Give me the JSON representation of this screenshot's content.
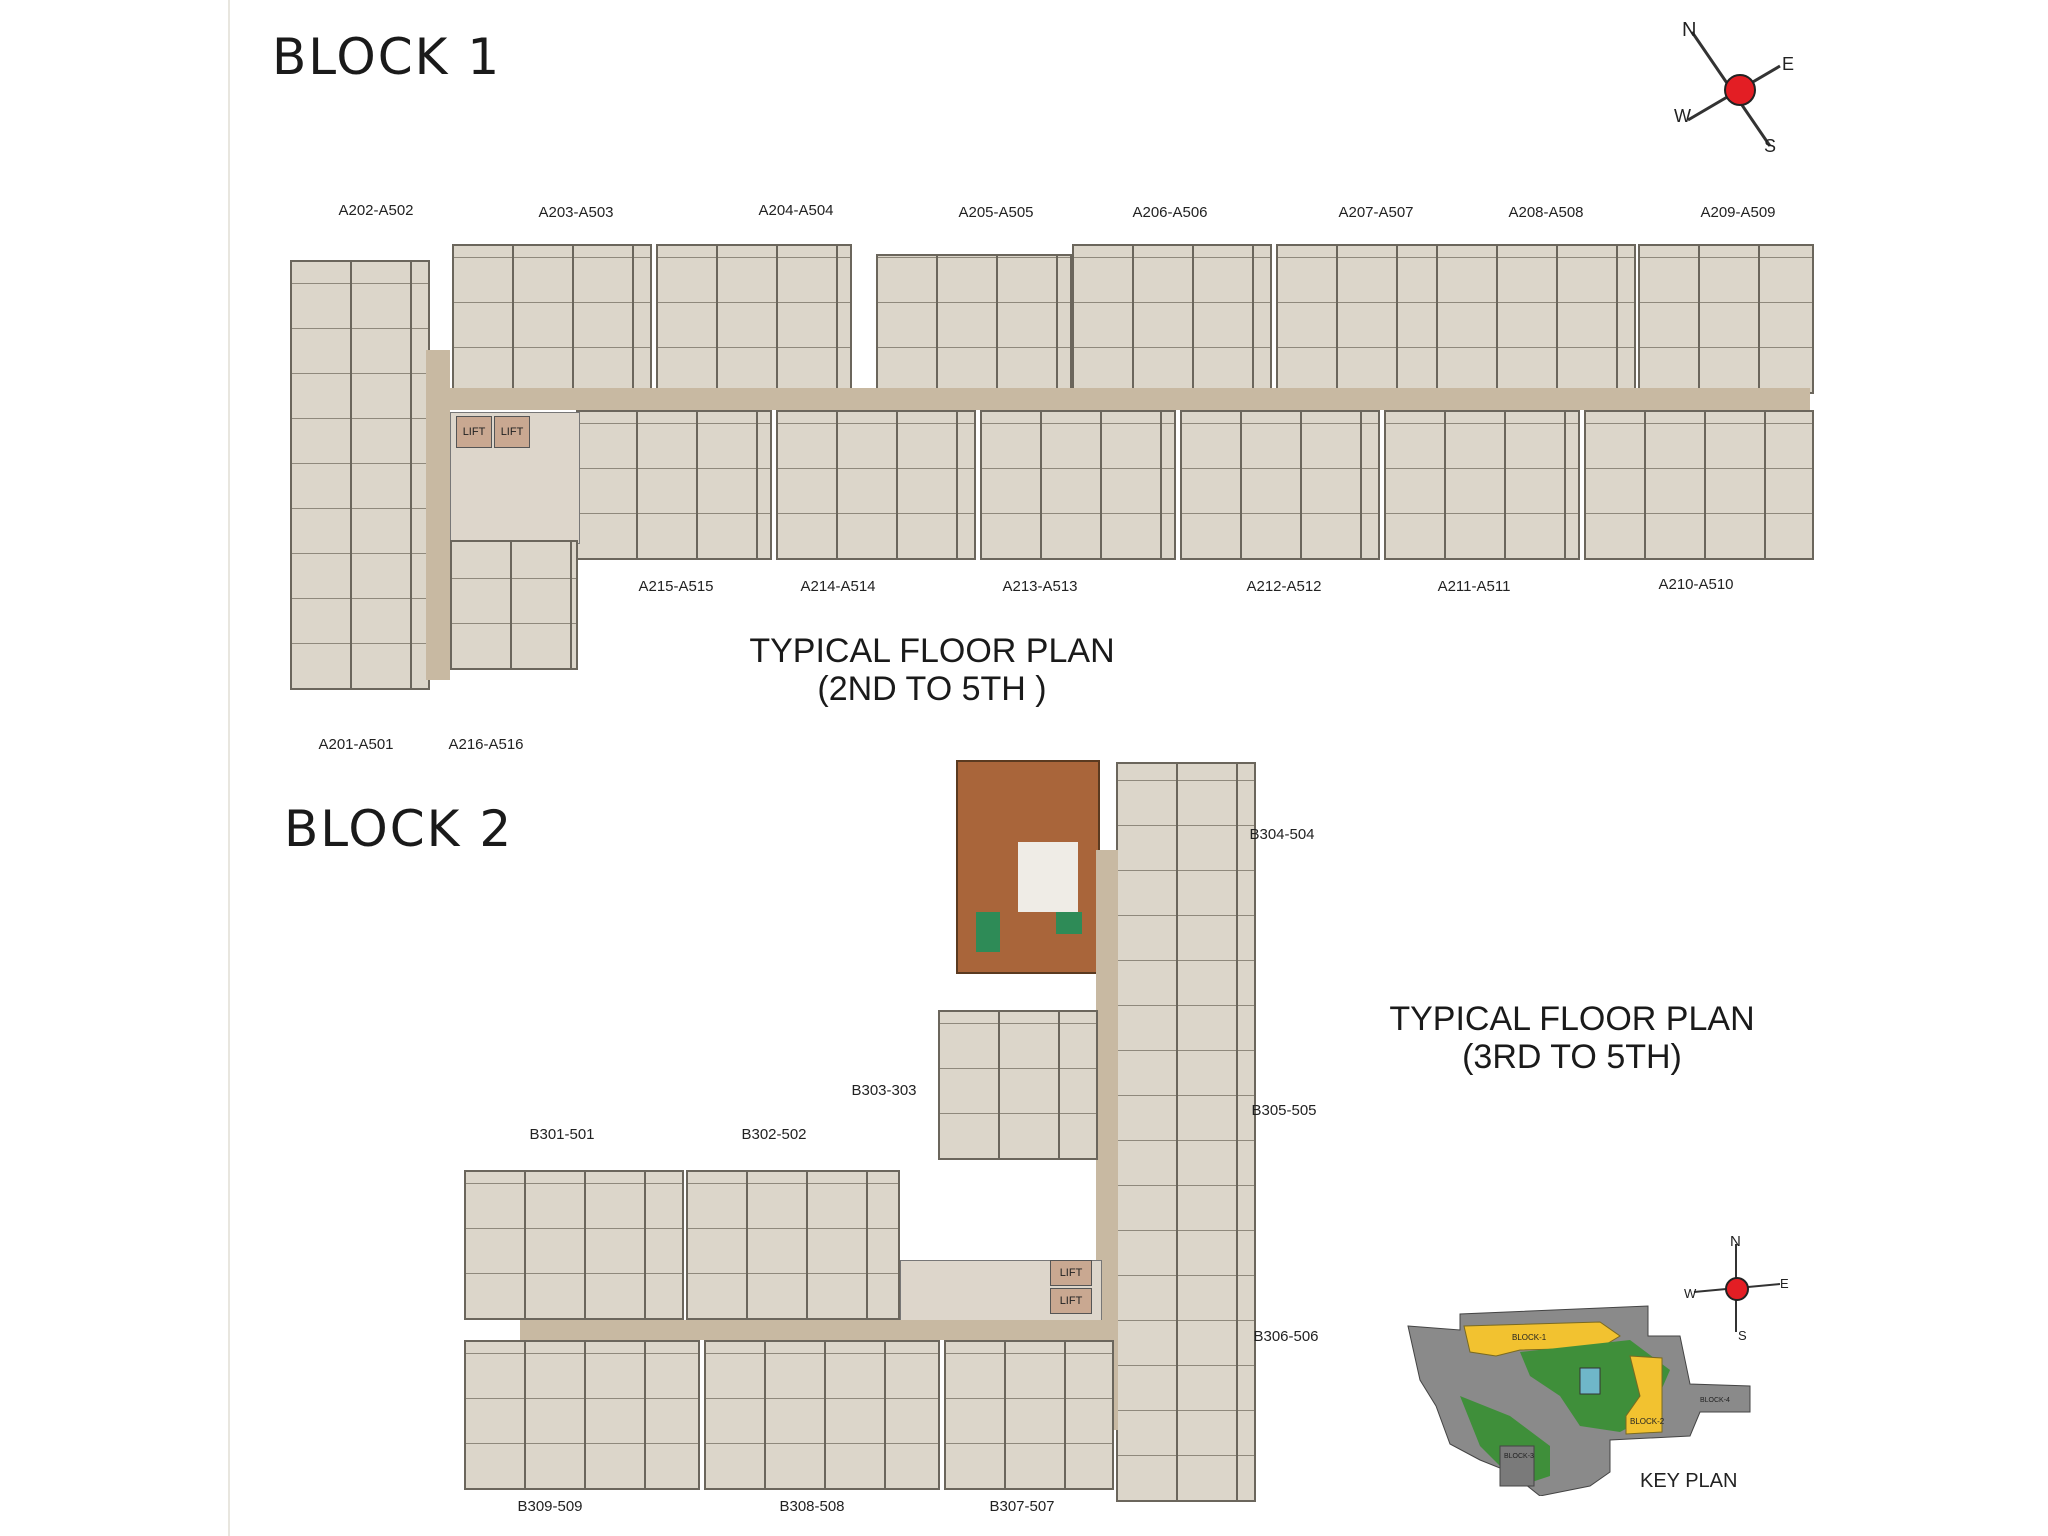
{
  "block1": {
    "title": "BLOCK 1",
    "plan_title_line1": "TYPICAL FLOOR PLAN",
    "plan_title_line2": "(2ND TO 5TH )",
    "top_units": [
      "A202-A502",
      "A203-A503",
      "A204-A504",
      "A205-A505",
      "A206-A506",
      "A207-A507",
      "A208-A508",
      "A209-A509"
    ],
    "bottom_units": [
      "A215-A515",
      "A214-A514",
      "A213-A513",
      "A212-A512",
      "A211-A511",
      "A210-A510"
    ],
    "left_units": [
      "A201-A501",
      "A216-A516"
    ],
    "lift_label": "LIFT"
  },
  "block2": {
    "title": "BLOCK 2",
    "plan_title_line1": "TYPICAL FLOOR PLAN",
    "plan_title_line2": "(3RD TO 5TH)",
    "units": {
      "b301": "B301-501",
      "b302": "B302-502",
      "b303": "B303-303",
      "b304": "B304-504",
      "b305": "B305-505",
      "b306": "B306-506",
      "b307": "B307-507",
      "b308": "B308-508",
      "b309": "B309-509"
    },
    "lift_label": "LIFT"
  },
  "compass": {
    "n": "N",
    "e": "E",
    "s": "S",
    "w": "W",
    "color": "#e31e24"
  },
  "key_plan": {
    "label": "KEY PLAN",
    "block1_label": "BLOCK-1",
    "block2_label": "BLOCK-2",
    "block3_label": "BLOCK-3",
    "block4_label": "BLOCK-4",
    "colors": {
      "block": "#f2c230",
      "landscape": "#3f8f3a",
      "road": "#8a8a8a"
    }
  }
}
